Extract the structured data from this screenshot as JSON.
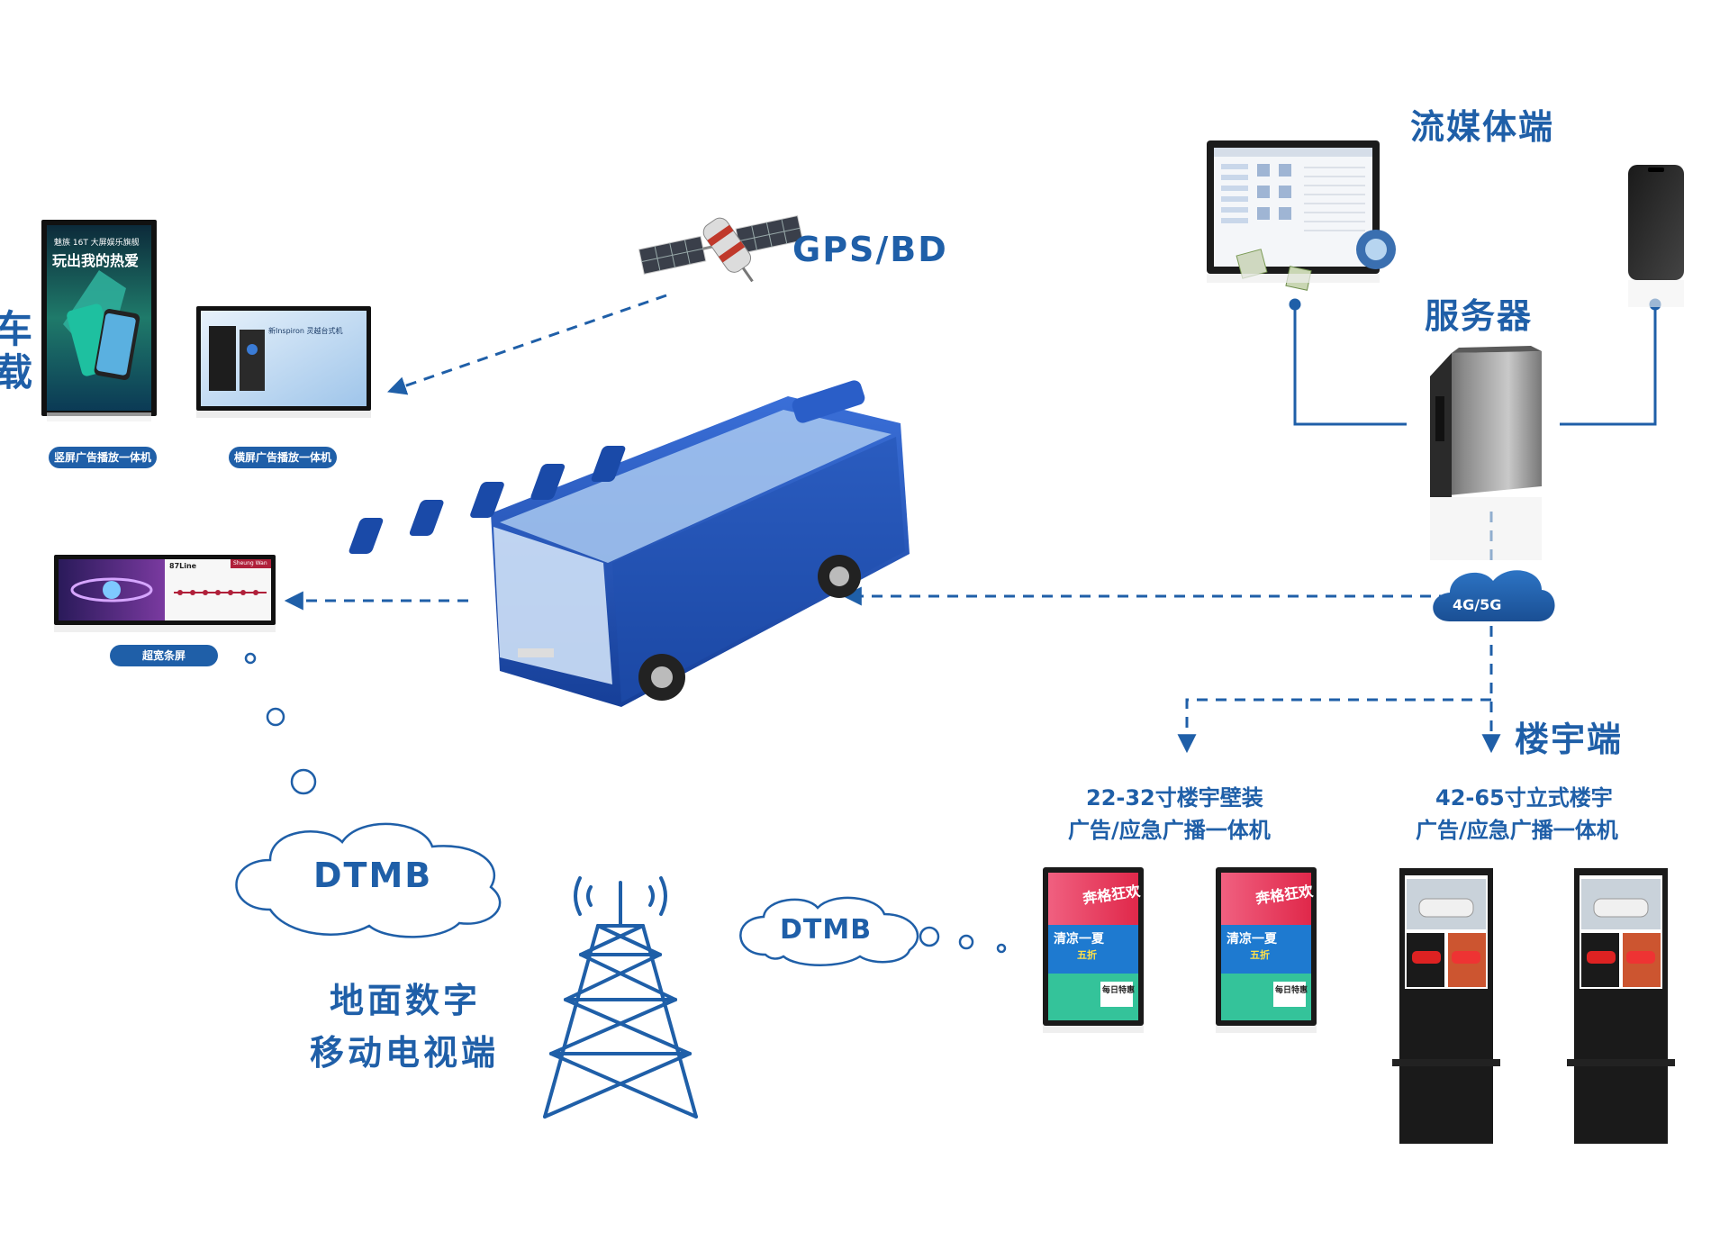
{
  "labels": {
    "vehicle_line1": "车",
    "vehicle_line2": "载",
    "gps": "GPS/BD",
    "streaming": "流媒体端",
    "server": "服务器",
    "network": "4G/5G",
    "building": "楼宇端",
    "wall_line1": "22-32寸楼宇壁装",
    "wall_line2": "广告/应急广播一体机",
    "stand_line1": "42-65寸立式楼宇",
    "stand_line2": "广告/应急广播一体机",
    "dtmb_large": "DTMB",
    "dtmb_small": "DTMB",
    "terrestrial_line1": "地面数字",
    "terrestrial_line2": "移动电视端"
  },
  "devices": {
    "portrait_label": "竖屏广告播放一体机",
    "landscape_label": "横屏广告播放一体机",
    "stretch_label": "超宽条屏"
  },
  "screens": {
    "portrait_title": "玩出我的热爱",
    "portrait_caption": "魅族 16T 大屏娱乐旗舰",
    "landscape_title": "新Inspiron 灵越台式机",
    "stretch_route": "87Line",
    "stretch_dest": "Sheung Wan",
    "wall_top": "奔格狂欢",
    "wall_mid": "清凉一夏",
    "wall_sub": "五折",
    "wall_bottom": "每日特惠"
  },
  "colors": {
    "brand_blue": "#1f5fa8",
    "bus_blue": "#1f4fb0",
    "light_gray": "#e6e6e6"
  }
}
